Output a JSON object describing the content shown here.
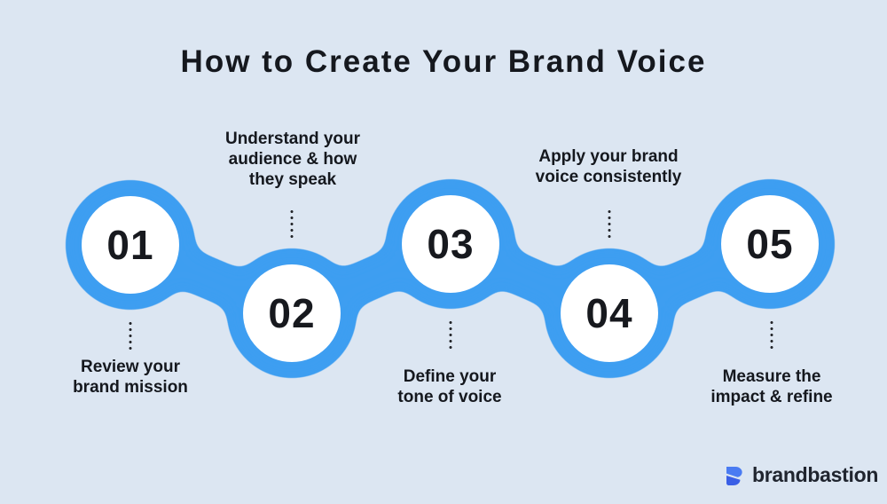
{
  "title": "How to Create Your Brand Voice",
  "steps": [
    {
      "number": "01",
      "label_position": "below",
      "lines": [
        "Review your",
        "brand mission"
      ]
    },
    {
      "number": "02",
      "label_position": "above",
      "lines": [
        "Understand your",
        "audience & how",
        "they speak"
      ]
    },
    {
      "number": "03",
      "label_position": "below",
      "lines": [
        "Define your",
        "tone of voice"
      ]
    },
    {
      "number": "04",
      "label_position": "above",
      "lines": [
        "Apply your brand",
        "voice consistently"
      ]
    },
    {
      "number": "05",
      "label_position": "below",
      "lines": [
        "Measure the",
        "impact & refine"
      ]
    }
  ],
  "logo": {
    "text": "brandbastion"
  },
  "colors": {
    "background": "#DCE6F2",
    "chain_blue": "#3D9EF1",
    "circle_fill": "#FFFFFF",
    "text": "#15181E",
    "dots": "#24262B",
    "logo_text": "#20252F",
    "logo_icon_top": "#4A7BF2",
    "logo_icon_bottom": "#3A5FE6"
  }
}
